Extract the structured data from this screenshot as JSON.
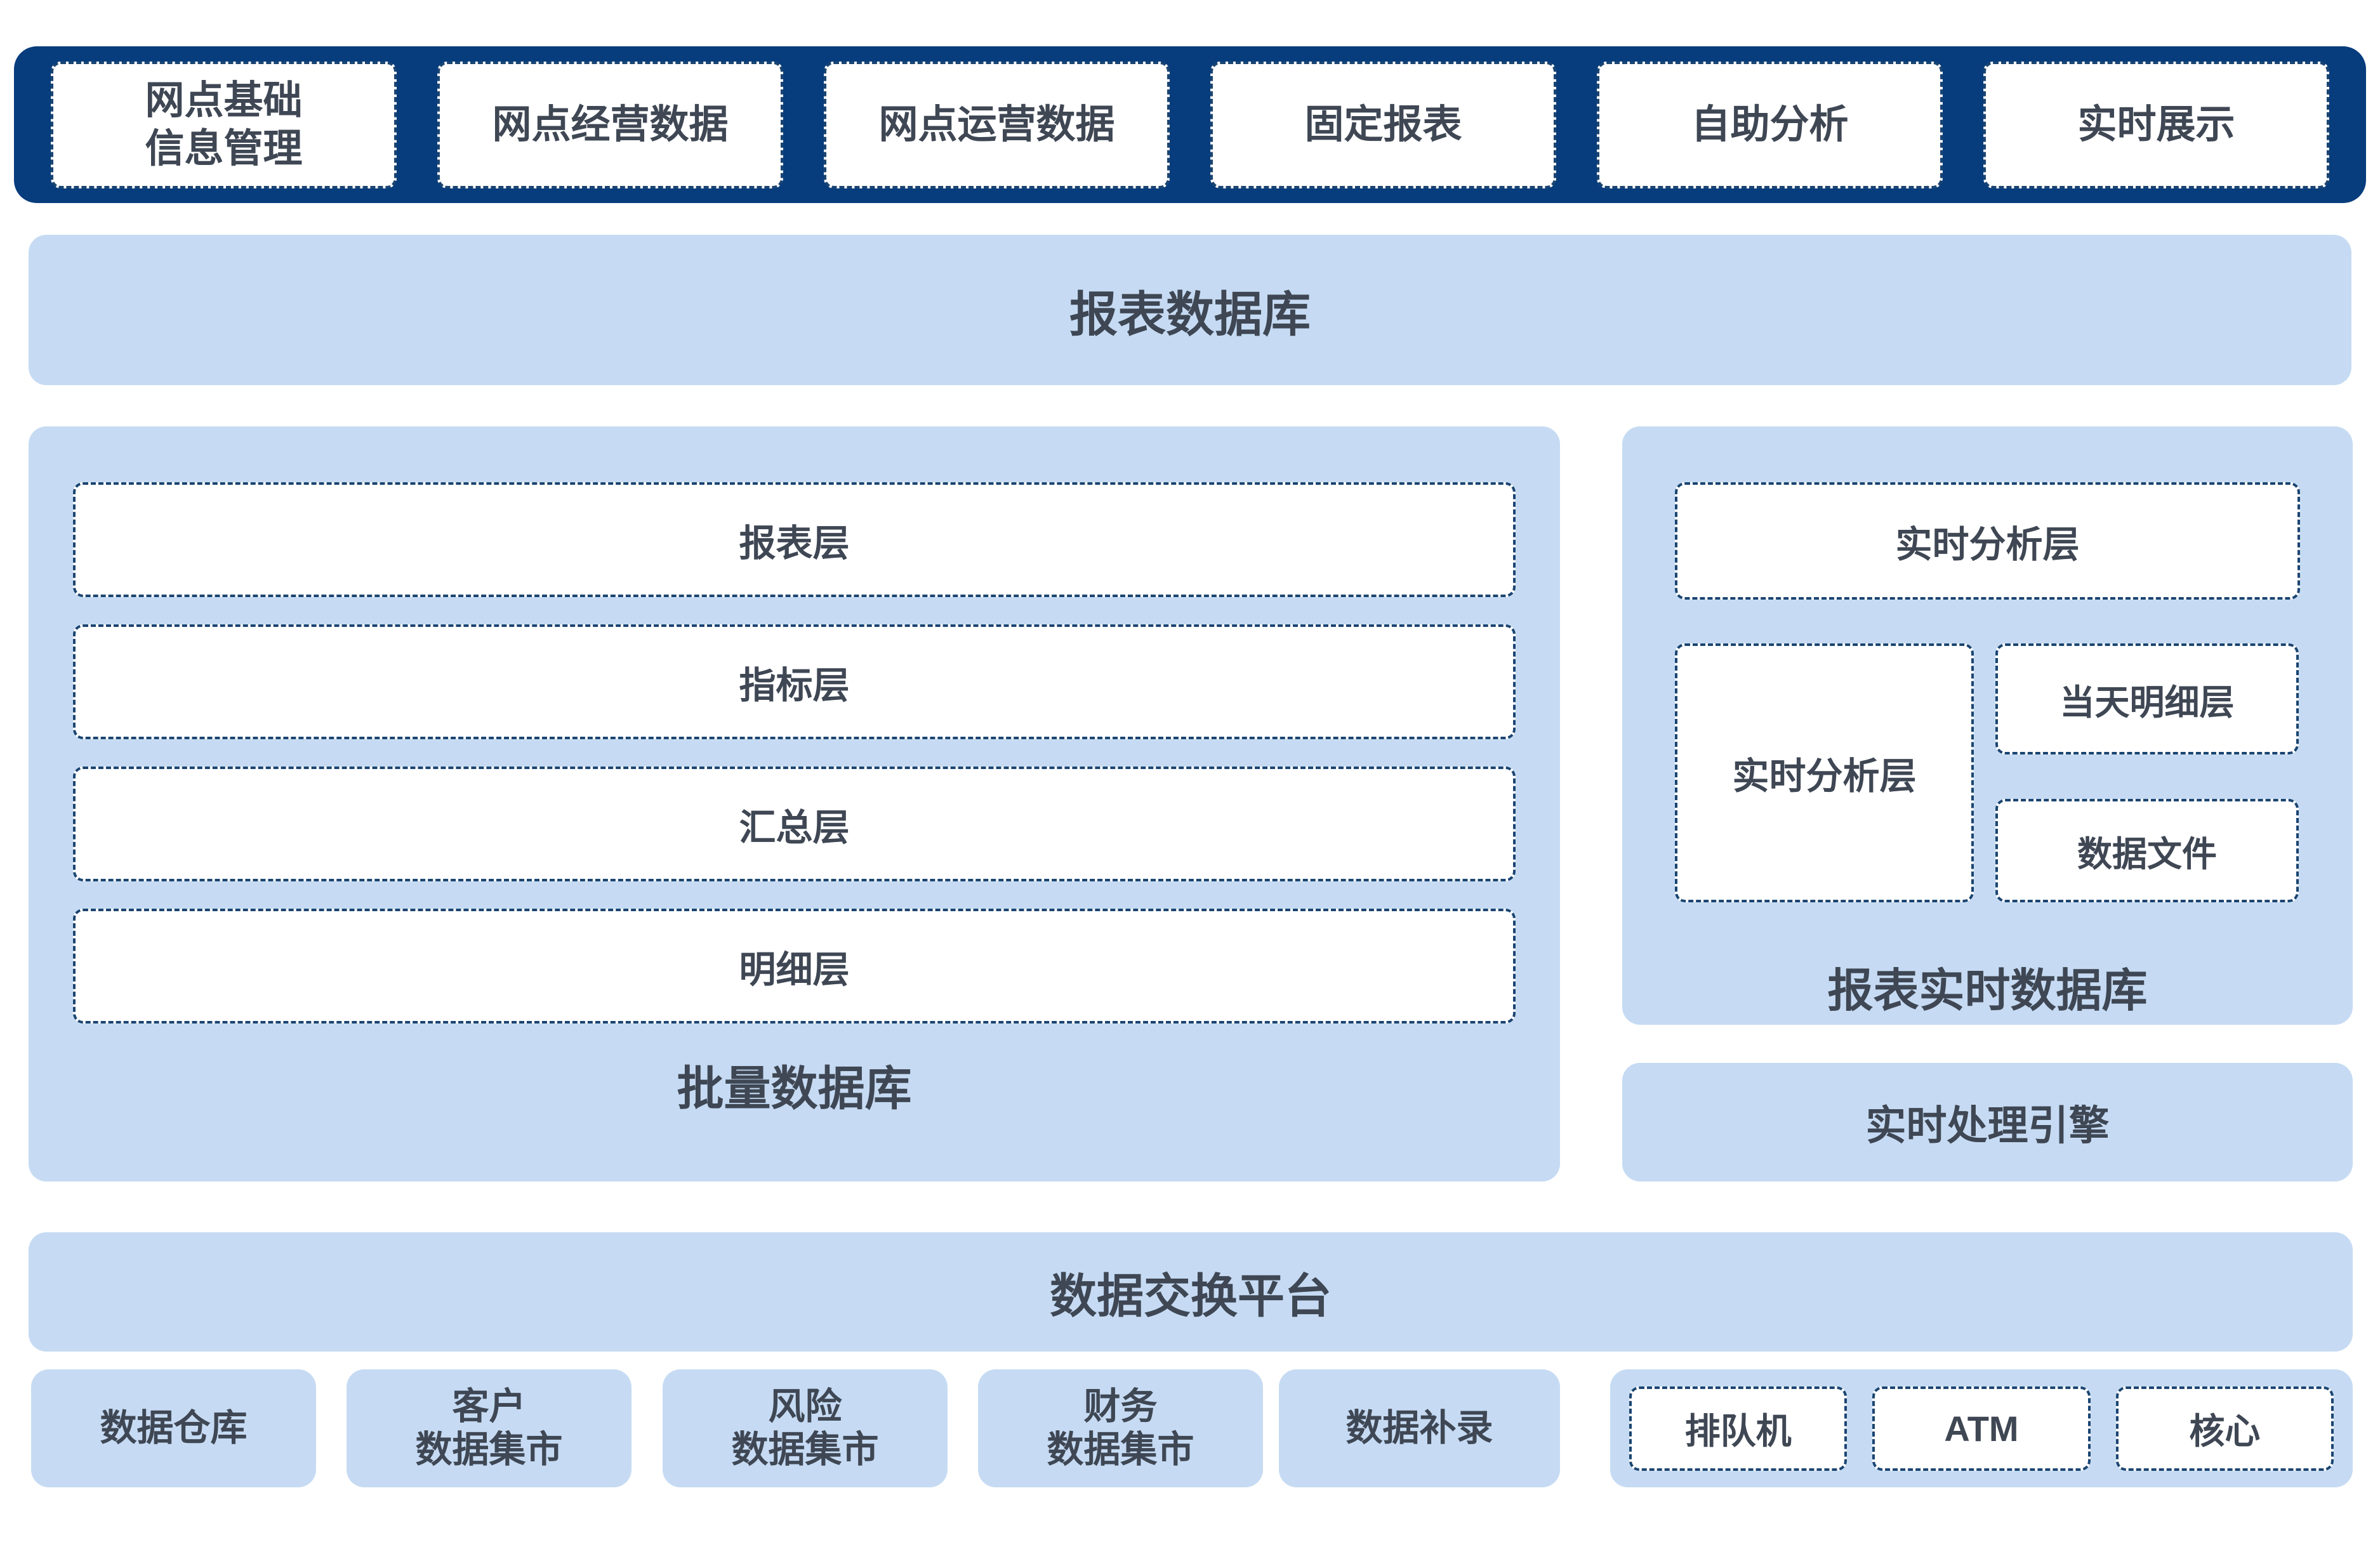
{
  "colors": {
    "navy": "#083d7d",
    "light_blue": "#c6dbf3",
    "dashed_border": "#1b4571",
    "text": "#3f4754",
    "box_fill": "#ffffff"
  },
  "app_layer": {
    "items": [
      "网点基础\n信息管理",
      "网点经营数据",
      "网点运营数据",
      "固定报表",
      "自助分析",
      "实时展示"
    ]
  },
  "report_db": {
    "title": "报表数据库"
  },
  "batch_db": {
    "layers": [
      "报表层",
      "指标层",
      "汇总层",
      "明细层"
    ],
    "title": "批量数据库"
  },
  "realtime_db": {
    "top_layer": "实时分析层",
    "left_layer": "实时分析层",
    "right_top": "当天明细层",
    "right_bottom": "数据文件",
    "title": "报表实时数据库"
  },
  "realtime_engine": {
    "title": "实时处理引擎"
  },
  "exchange": {
    "title": "数据交换平台"
  },
  "sources_left": [
    "数据仓库",
    "客户\n数据集市",
    "风险\n数据集市",
    "财务\n数据集市",
    "数据补录"
  ],
  "sources_right": {
    "items": [
      "排队机",
      "ATM",
      "核心"
    ]
  }
}
